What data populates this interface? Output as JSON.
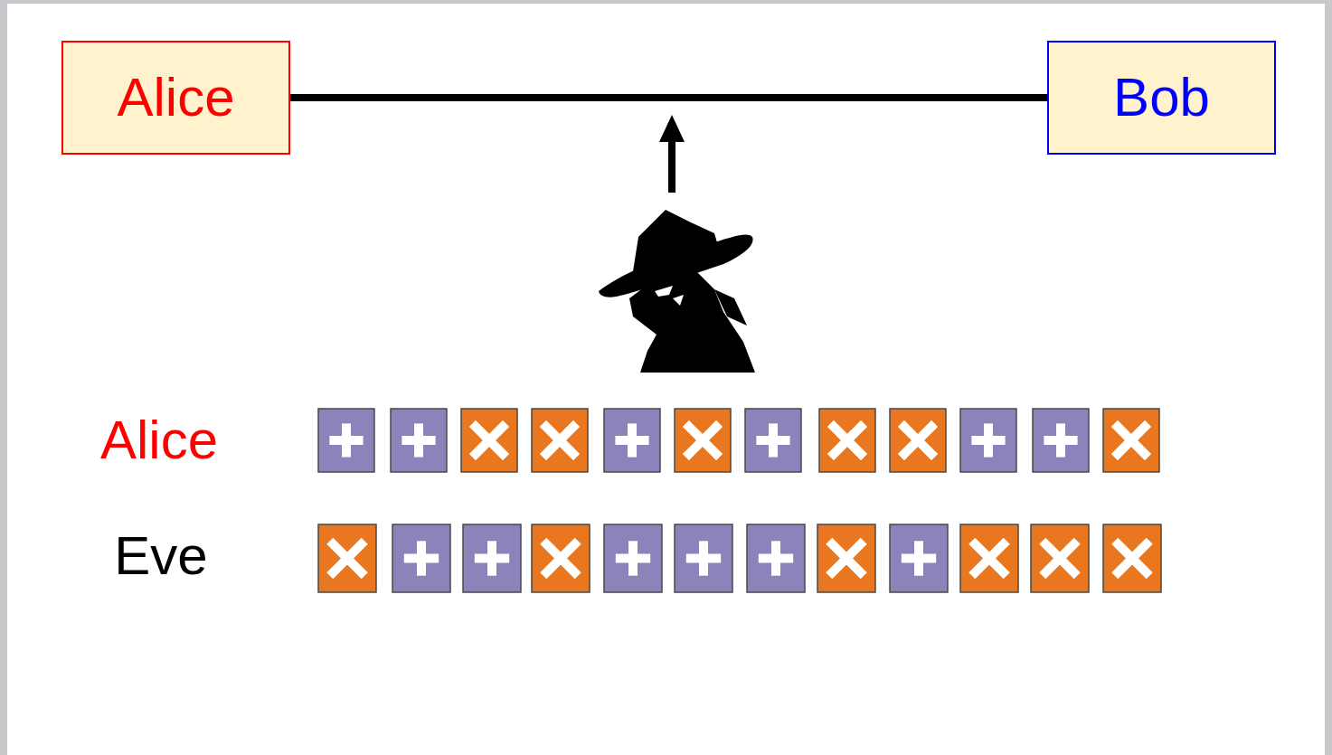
{
  "diagram": {
    "nodes": [
      {
        "text": [
          "Alice"
        ]
      },
      {
        "text": [
          "Bob"
        ]
      }
    ],
    "edges": [
      {
        "from": 0,
        "to": 1,
        "arrow": "none"
      }
    ],
    "labels": [
      "Alice",
      "Eve"
    ]
  }
}
